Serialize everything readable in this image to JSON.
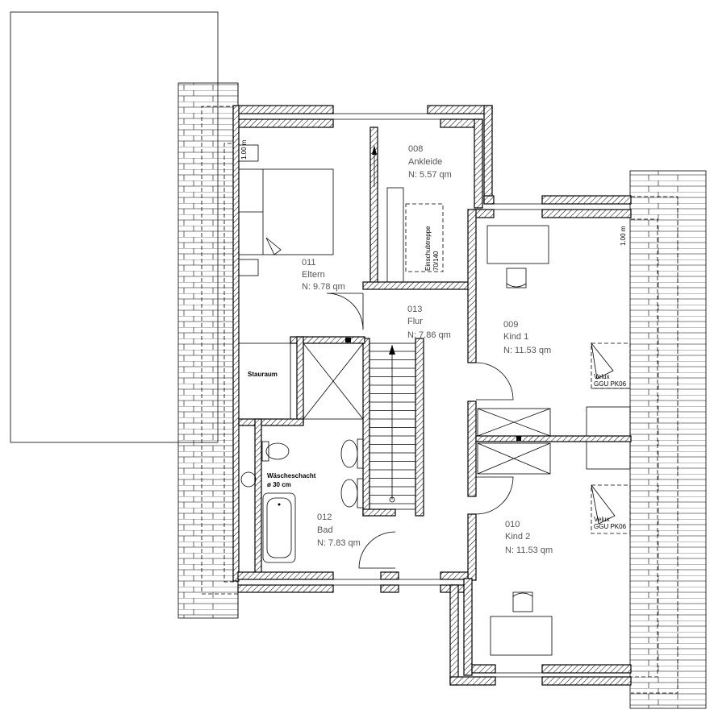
{
  "rooms": {
    "r011": {
      "number": "011",
      "name": "Eltern",
      "area": "N:  9.78  qm"
    },
    "r008": {
      "number": "008",
      "name": "Ankleide",
      "area": "N:  5.57  qm"
    },
    "r013": {
      "number": "013",
      "name": "Flur",
      "area": "N:  7.86  qm"
    },
    "r009": {
      "number": "009",
      "name": "Kind 1",
      "area": "N:  11.53  qm"
    },
    "r012": {
      "number": "012",
      "name": "Bad",
      "area": "N:  7.83  qm"
    },
    "r010": {
      "number": "010",
      "name": "Kind 2",
      "area": "N:  11.53  qm"
    }
  },
  "labels": {
    "stauraum": "Stauraum",
    "waeschenschacht": "Wäscheschacht",
    "schacht_size": "ø  30  cm",
    "einschub_1": "Einschubtreppe",
    "einschub_2": "70/140",
    "height_left": "1.00  m",
    "height_right": "1.00  m",
    "velux1_a": "Velux",
    "velux1_b": "GGU  PK06",
    "velux2_a": "Velux",
    "velux2_b": "GGU  PK06"
  }
}
